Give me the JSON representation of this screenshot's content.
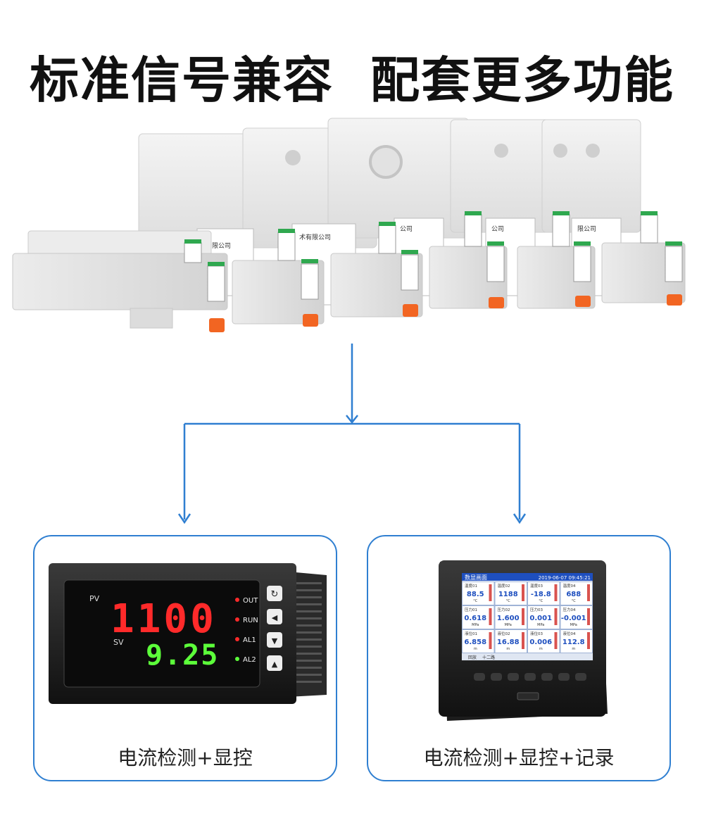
{
  "headline": {
    "left": "标准信号兼容",
    "right": "配套更多功能"
  },
  "modules": {
    "company_label_1": "有限公司",
    "company_label_2": "术有限公司",
    "company_label_3": "公司",
    "company_label_4": "公司",
    "company_label_5": "限公司"
  },
  "left_card": {
    "label": "电流检测+显控",
    "pv_label": "PV",
    "sv_label": "SV",
    "pv_value": "1100",
    "sv_value": "9.25",
    "indicators": [
      "OUT",
      "RUN",
      "AL1",
      "AL2"
    ]
  },
  "right_card": {
    "label": "电流检测+显控+记录",
    "screen_title": "数显画面",
    "screen_time": "2019-06-07  09:45:21",
    "cells": [
      {
        "name": "温度01",
        "value": "88.5",
        "unit": "°C"
      },
      {
        "name": "温度02",
        "value": "1188",
        "unit": "°C"
      },
      {
        "name": "温度03",
        "value": "-18.8",
        "unit": "°C"
      },
      {
        "name": "温度04",
        "value": "688",
        "unit": "°C"
      },
      {
        "name": "压力01",
        "value": "0.618",
        "unit": "MPa"
      },
      {
        "name": "压力02",
        "value": "1.600",
        "unit": "MPa"
      },
      {
        "name": "压力03",
        "value": "0.001",
        "unit": "MPa"
      },
      {
        "name": "压力04",
        "value": "-0.001",
        "unit": "MPa"
      },
      {
        "name": "液位01",
        "value": "6.858",
        "unit": "m"
      },
      {
        "name": "液位02",
        "value": "16.88",
        "unit": "m"
      },
      {
        "name": "液位03",
        "value": "0.006",
        "unit": "m"
      },
      {
        "name": "液位04",
        "value": "112.8",
        "unit": "m"
      }
    ],
    "footer_tabs": [
      "回放",
      "十二路"
    ]
  },
  "colors": {
    "accent": "#2f7fd1",
    "red_digit": "#ff2a2a",
    "green_digit": "#5cff3a",
    "orange_clip": "#f26522"
  }
}
